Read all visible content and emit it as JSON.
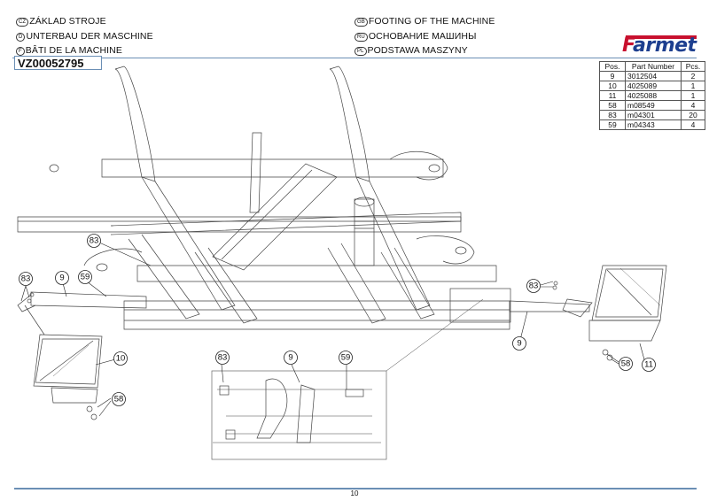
{
  "header": {
    "titles_left": [
      {
        "lang": "CZ",
        "text": "ZÁKLAD STROJE"
      },
      {
        "lang": "D",
        "text": "UNTERBAU DER MASCHINE"
      },
      {
        "lang": "F",
        "text": "BÂTI DE LA MACHINE"
      }
    ],
    "titles_right": [
      {
        "lang": "GB",
        "text": "FOOTING OF THE MACHINE"
      },
      {
        "lang": "RU",
        "text": "ОСНОВАНИЕ МАШИНЫ"
      },
      {
        "lang": "PL",
        "text": "PODSTAWA MASZYNY"
      }
    ],
    "part_code": "VZ00052795",
    "logo_text": "Farmet"
  },
  "parts_table": {
    "columns": [
      "Pos.",
      "Part Number",
      "Pcs."
    ],
    "rows": [
      {
        "pos": "9",
        "part_number": "3012504",
        "pcs": "2"
      },
      {
        "pos": "10",
        "part_number": "4025089",
        "pcs": "1"
      },
      {
        "pos": "11",
        "part_number": "4025088",
        "pcs": "1"
      },
      {
        "pos": "58",
        "part_number": "m08549",
        "pcs": "4"
      },
      {
        "pos": "83",
        "part_number": "m04301",
        "pcs": "20"
      },
      {
        "pos": "59",
        "part_number": "m04343",
        "pcs": "4"
      }
    ]
  },
  "callouts": {
    "c83_top": "83",
    "c83_left": "83",
    "c9_left": "9",
    "c59_left": "59",
    "c10": "10",
    "c58_left": "58",
    "c83_right": "83",
    "c9_right": "9",
    "c58_right": "58",
    "c11": "11",
    "c83_detail": "83",
    "c9_detail": "9",
    "c59_detail": "59"
  },
  "footer": {
    "page_number": "10"
  },
  "colors": {
    "rule": "#6b8fb5",
    "logo_red": "#c8102e",
    "logo_blue": "#1d3f8f"
  }
}
